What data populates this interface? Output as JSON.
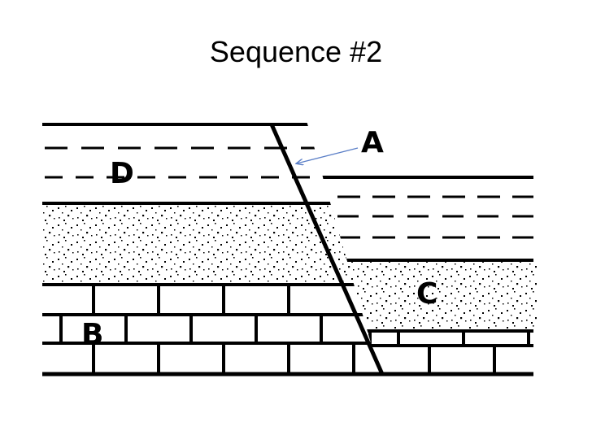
{
  "slide": {
    "title": "Sequence #2"
  },
  "diagram": {
    "labels": {
      "a": "A",
      "b": "B",
      "c": "C",
      "d": "D"
    },
    "colors": {
      "ink": "#000000",
      "arrow": "#5b7fc7",
      "background": "#ffffff"
    },
    "layers": {
      "left_block": [
        "shale (dashed layers)",
        "sandstone (stippled)",
        "limestone (brick)"
      ],
      "right_block": [
        "shale (dashed layers)",
        "sandstone (stippled)",
        "limestone (brick)"
      ]
    },
    "feature": "fault"
  }
}
